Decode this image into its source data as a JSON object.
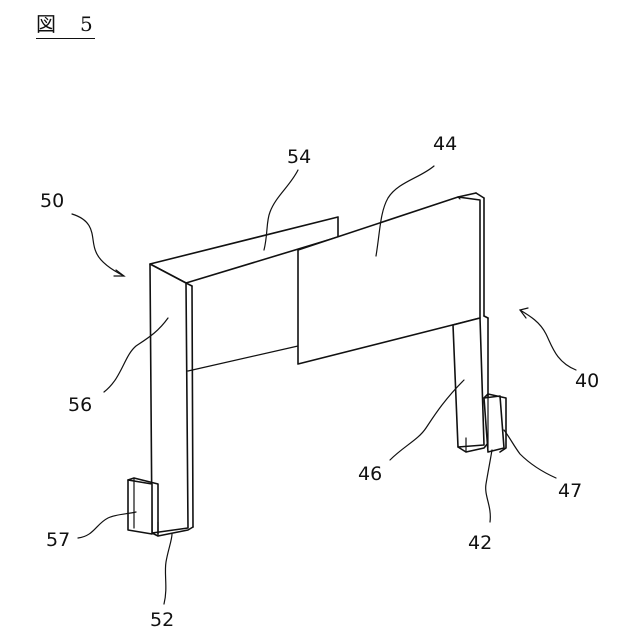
{
  "figure": {
    "title": "図　5"
  },
  "labels": {
    "l50": "50",
    "l54": "54",
    "l44": "44",
    "l56": "56",
    "l40": "40",
    "l46": "46",
    "l47": "47",
    "l57": "57",
    "l42": "42",
    "l52": "52"
  }
}
